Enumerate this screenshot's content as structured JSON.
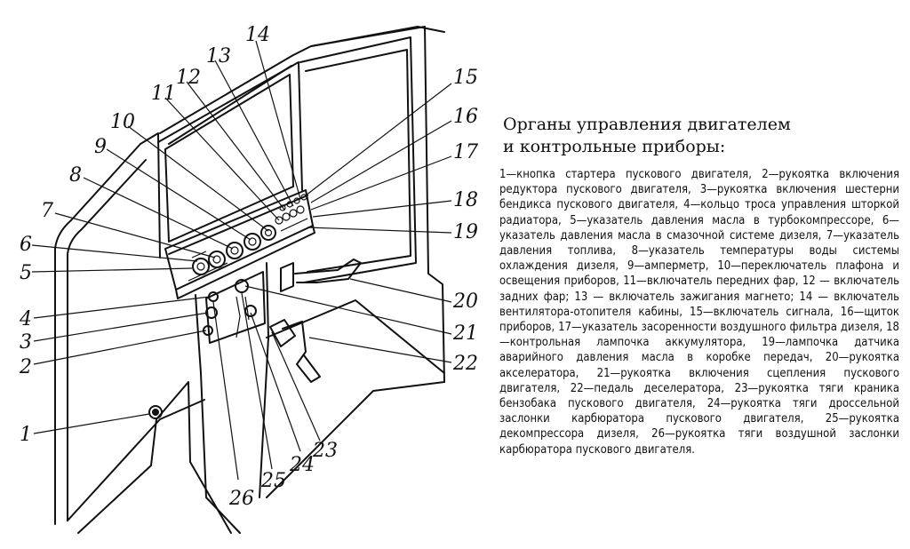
{
  "figure": {
    "callouts": [
      "1",
      "2",
      "3",
      "4",
      "5",
      "6",
      "7",
      "8",
      "9",
      "10",
      "11",
      "12",
      "13",
      "14",
      "15",
      "16",
      "17",
      "18",
      "19",
      "20",
      "21",
      "22",
      "23",
      "24",
      "25",
      "26"
    ]
  },
  "caption": {
    "title_line1": "Органы управления двигателем",
    "title_line2": "и контрольные приборы:",
    "text": "1—кнопка стартера пускового двигателя, 2—рукоятка включения редуктора пускового двигателя, 3—рукоятка включения шестерни бендикса пускового двигателя, 4—кольцо троса управления шторкой радиатора, 5—указатель давления масла в турбокомпрессоре, 6—указатель давления масла в смазочной системе дизеля, 7—указатель давления топлива, 8—указатель температуры воды системы охлаждения дизеля, 9—амперметр, 10—переключатель плафона и освещения приборов, 11—включатель передних фар, 12 — включатель задних фар; 13 — включатель зажигания магнето; 14 — включатель вентилятора-отопителя кабины, 15—включатель сигнала, 16—щиток приборов, 17—указатель засоренности воздушного фильтра дизеля, 18—контрольная лампочка аккумулятора, 19—лампочка датчика аварийного давления масла в коробке передач, 20—рукоятка акселератора, 21—рукоятка включения сцепления пускового двигателя, 22—педаль деселератора, 23—рукоятка тяги краника бензобака пускового двигателя, 24—рукоятка тяги дроссельной заслонки карбюратора пускового двигателя, 25—рукоятка декомпрессора дизеля, 26—рукоятка тяги воздушной заслонки карбюратора пускового двигателя."
  }
}
